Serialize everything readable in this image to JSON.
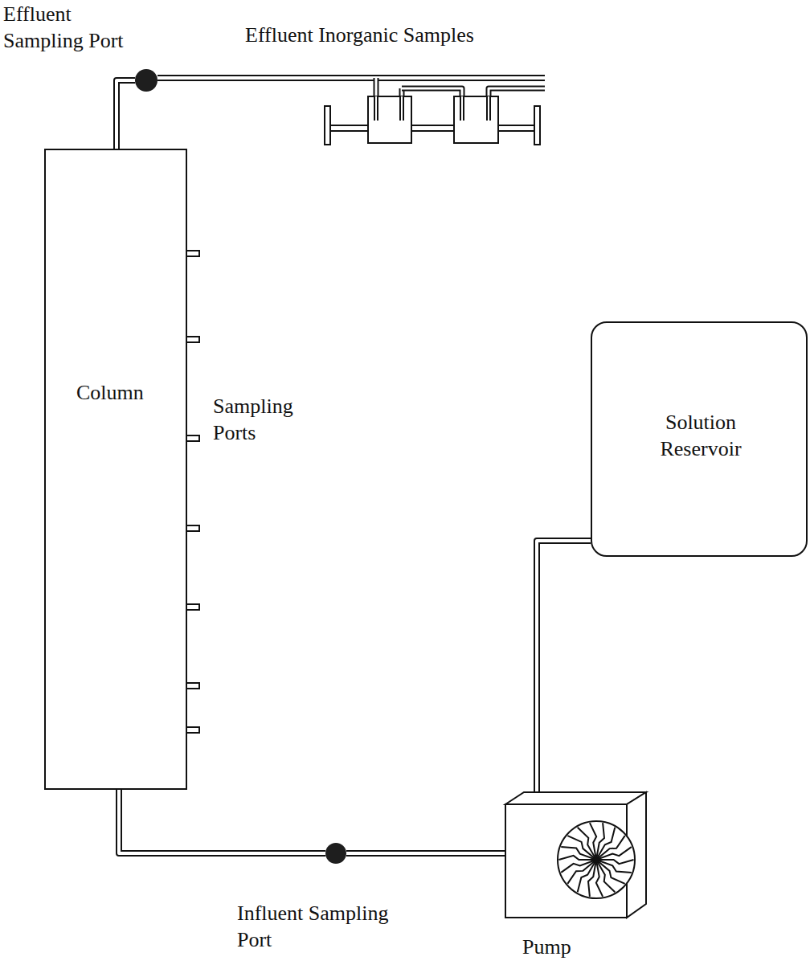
{
  "diagram": {
    "nodes": [
      {
        "text": [
          "Effluent Sampling Port"
        ]
      },
      {
        "text": [
          "Column"
        ]
      },
      {
        "text": [
          "Solution Reservoir"
        ]
      },
      {
        "text": [
          "Pump"
        ]
      },
      {
        "text": [
          "Influent Sampling Port"
        ]
      }
    ],
    "edges": [
      {
        "from": 2,
        "to": 3,
        "arrow": "none"
      },
      {
        "from": 3,
        "to": 4,
        "arrow": "none"
      },
      {
        "from": 4,
        "to": 1,
        "arrow": "none"
      },
      {
        "from": 1,
        "to": 0,
        "arrow": "none"
      }
    ],
    "labels": [
      "Effluent Inorganic Samples",
      "Sampling Ports"
    ]
  }
}
